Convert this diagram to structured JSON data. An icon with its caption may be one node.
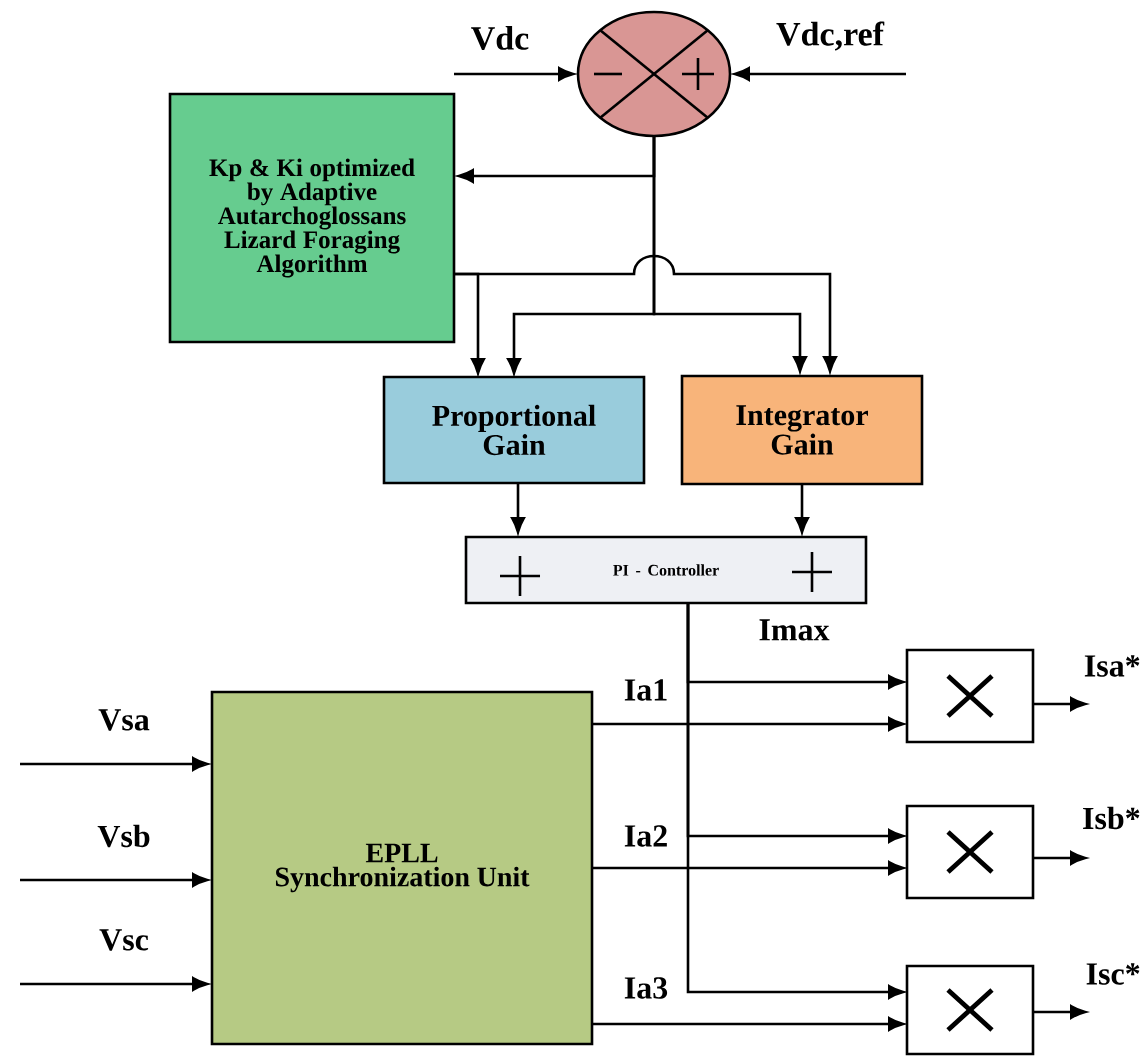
{
  "diagram": {
    "nodes": [
      {
        "text": [],
        "shape": "circle"
      },
      {
        "text": [
          "Vdc"
        ]
      },
      {
        "text": [
          "Vdc,ref"
        ]
      },
      {
        "text": [
          "Kp & Ki optimized by Adaptive Autarchoglossans Lizard Foraging Algorithm"
        ]
      },
      {
        "text": [
          "Proportional Gain"
        ]
      },
      {
        "text": [
          "Integrator Gain"
        ]
      },
      {
        "text": [
          "PI - Controller"
        ]
      },
      {
        "text": [
          "EPLL Synchronization Unit"
        ]
      },
      {
        "text": [],
        "shape": "box"
      },
      {
        "text": [],
        "shape": "box"
      },
      {
        "text": [],
        "shape": "box"
      }
    ],
    "edges": [
      {
        "from": 1,
        "to": 0,
        "arrow": "to"
      },
      {
        "from": 2,
        "to": 0,
        "arrow": "to"
      },
      {
        "from": 0,
        "to": 3,
        "arrow": "to"
      },
      {
        "from": 0,
        "to": 4,
        "arrow": "to"
      },
      {
        "from": 0,
        "to": 5,
        "arrow": "to"
      },
      {
        "from": 3,
        "to": 4,
        "arrow": "to"
      },
      {
        "from": 3,
        "to": 5,
        "arrow": "to"
      },
      {
        "from": 4,
        "to": 6,
        "arrow": "to"
      },
      {
        "from": 5,
        "to": 6,
        "arrow": "to"
      },
      {
        "from": 6,
        "to": 8,
        "arrow": "to"
      },
      {
        "from": 6,
        "to": 9,
        "arrow": "to"
      },
      {
        "from": 6,
        "to": 10,
        "arrow": "to"
      },
      {
        "from": 7,
        "to": 8,
        "arrow": "to",
        "label": "Ia1"
      },
      {
        "from": 7,
        "to": 9,
        "arrow": "to",
        "label": "Ia2"
      },
      {
        "from": 7,
        "to": 10,
        "arrow": "to",
        "label": "Ia3"
      },
      {
        "from": null,
        "to": 7,
        "arrow": "to",
        "label": "Vsa"
      },
      {
        "from": null,
        "to": 7,
        "arrow": "to",
        "label": "Vsb"
      },
      {
        "from": null,
        "to": 7,
        "arrow": "to",
        "label": "Vsc"
      },
      {
        "from": 8,
        "to": null,
        "arrow": "to",
        "label": "Isa*"
      },
      {
        "from": 9,
        "to": null,
        "arrow": "to",
        "label": "Isb*"
      },
      {
        "from": 10,
        "to": null,
        "arrow": "to",
        "label": "Isc*"
      }
    ],
    "labels": [
      "Imax"
    ]
  }
}
